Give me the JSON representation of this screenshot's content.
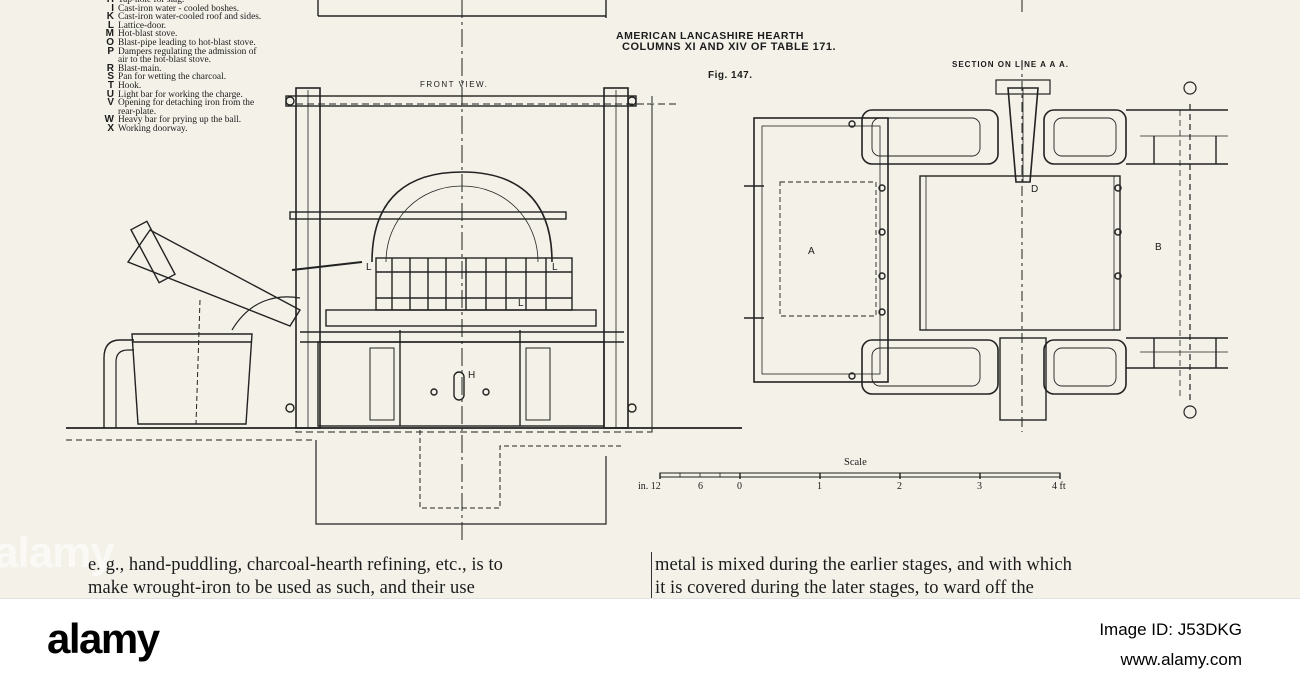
{
  "legend": [
    {
      "key": "H",
      "text": "Tap-hole for slag."
    },
    {
      "key": "I",
      "text": "Cast-iron  water - cooled boshes."
    },
    {
      "key": "K",
      "text": "Cast-iron water-cooled roof and sides."
    },
    {
      "key": "L",
      "text": "Lattice-door."
    },
    {
      "key": "M",
      "text": "Hot-blast stove."
    },
    {
      "key": "O",
      "text": "Blast-pipe leading to hot-blast stove."
    },
    {
      "key": "P",
      "text": "Dampers regulating the admission of air to the hot-blast stove."
    },
    {
      "key": "R",
      "text": "Blast-main."
    },
    {
      "key": "S",
      "text": "Pan for wetting the charcoal."
    },
    {
      "key": "T",
      "text": "Hook."
    },
    {
      "key": "U",
      "text": "Light bar for working the charge."
    },
    {
      "key": "V",
      "text": "Opening for detaching iron from the rear-plate."
    },
    {
      "key": "W",
      "text": "Heavy bar for prying up the ball."
    },
    {
      "key": "X",
      "text": "Working doorway."
    }
  ],
  "captions": {
    "title_line1": "AMERICAN LANCASHIRE HEARTH",
    "title_line2": "COLUMNS XI AND XIV OF TABLE 171.",
    "figure": "Fig. 147.",
    "front_view": "FRONT VIEW.",
    "section": "SECTION ON LINE A A A.",
    "scale": "Scale"
  },
  "scale_ticks": [
    "in. 12",
    "6",
    "0",
    "1",
    "2",
    "3",
    "4 ft"
  ],
  "drawing_labels": {
    "A": "A",
    "B": "B",
    "D": "D",
    "H": "H",
    "L1": "L",
    "L2": "L",
    "L3": "L"
  },
  "body_text": {
    "left_line1": "e. g., hand-puddling, charcoal-hearth refining, etc., is to",
    "left_line2": "make wrought-iron to be used as such, and their use",
    "right_line1": "metal is mixed during the earlier stages, and with which",
    "right_line2": "it is covered during the later stages, to ward off the"
  },
  "watermark": "alamy",
  "banner": {
    "logo": "alamy",
    "image_id": "Image ID: J53DKG",
    "site": "www.alamy.com"
  }
}
